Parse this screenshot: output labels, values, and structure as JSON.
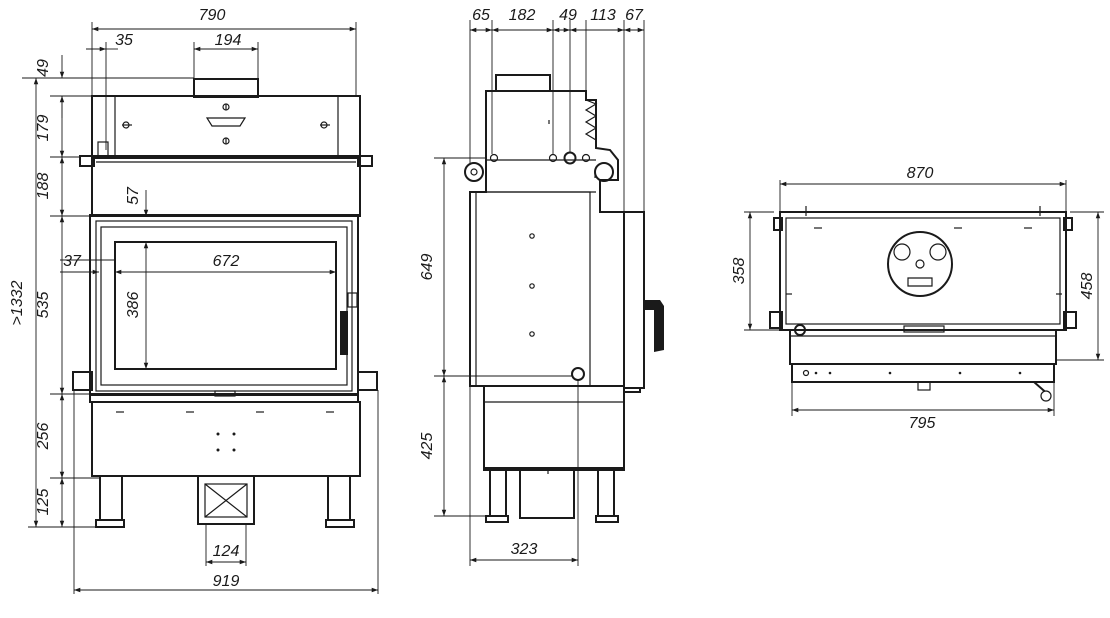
{
  "front": {
    "width_top": "790",
    "offset_35": "35",
    "flue_width": "194",
    "h_49": "49",
    "h_179": "179",
    "h_188": "188",
    "h_57": "57",
    "side_37": "37",
    "glass_width": "672",
    "glass_height": "386",
    "h_535": "535",
    "h_256": "256",
    "h_125": "125",
    "total_height": ">1332",
    "duct_width": "124",
    "width_bottom": "919"
  },
  "side": {
    "d_65": "65",
    "d_182": "182",
    "d_49": "49",
    "d_113": "113",
    "d_67": "67",
    "h_649": "649",
    "h_425": "425",
    "depth_323": "323"
  },
  "top": {
    "w_870": "870",
    "d_358": "358",
    "d_458": "458",
    "w_795": "795"
  }
}
